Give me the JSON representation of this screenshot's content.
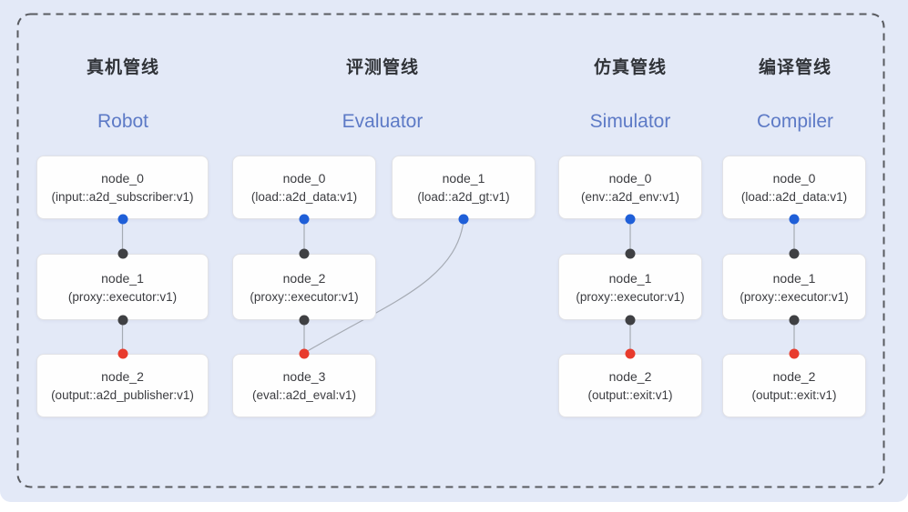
{
  "figure": {
    "type": "pipeline-diagram"
  },
  "colors": {
    "background": "#e3e9f7",
    "page": "#ffffff",
    "dashed_border": "#595b60",
    "node_bg": "#fefefe",
    "node_border": "#e1e2e6",
    "node_text": "#3b3c40",
    "title_zh": "#303338",
    "title_en": "#5d7ac6",
    "port_input": "#1f5fd8",
    "port_mid": "#3f4043",
    "port_output": "#e83b2d",
    "edge": "#a6abb4"
  },
  "pipelines": [
    {
      "id": "robot",
      "title_zh": "真机管线",
      "title_en": "Robot",
      "nodes": [
        {
          "label": "node_0",
          "sub": "(input::a2d_subscriber:v1)"
        },
        {
          "label": "node_1",
          "sub": "(proxy::executor:v1)"
        },
        {
          "label": "node_2",
          "sub": "(output::a2d_publisher:v1)"
        }
      ]
    },
    {
      "id": "evaluator",
      "title_zh": "评测管线",
      "title_en": "Evaluator",
      "nodes": [
        {
          "label": "node_0",
          "sub": "(load::a2d_data:v1)"
        },
        {
          "label": "node_1",
          "sub": "(load::a2d_gt:v1)"
        },
        {
          "label": "node_2",
          "sub": "(proxy::executor:v1)"
        },
        {
          "label": "node_3",
          "sub": "(eval::a2d_eval:v1)"
        }
      ]
    },
    {
      "id": "simulator",
      "title_zh": "仿真管线",
      "title_en": "Simulator",
      "nodes": [
        {
          "label": "node_0",
          "sub": "(env::a2d_env:v1)"
        },
        {
          "label": "node_1",
          "sub": "(proxy::executor:v1)"
        },
        {
          "label": "node_2",
          "sub": "(output::exit:v1)"
        }
      ]
    },
    {
      "id": "compiler",
      "title_zh": "编译管线",
      "title_en": "Compiler",
      "nodes": [
        {
          "label": "node_0",
          "sub": "(load::a2d_data:v1)"
        },
        {
          "label": "node_1",
          "sub": "(proxy::executor:v1)"
        },
        {
          "label": "node_2",
          "sub": "(output::exit:v1)"
        }
      ]
    }
  ]
}
